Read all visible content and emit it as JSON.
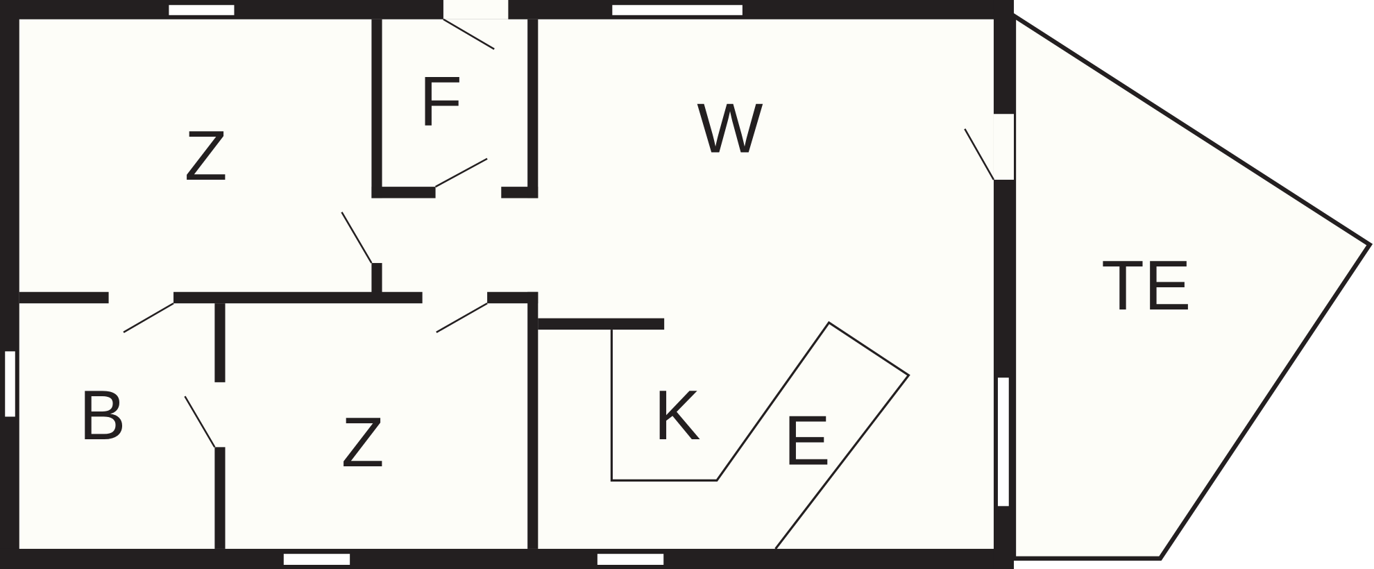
{
  "rooms": {
    "bedroom_top": "Z",
    "hall_f": "F",
    "living": "W",
    "terrace": "TE",
    "bathroom": "B",
    "bedroom_bottom": "Z",
    "kitchen": "K",
    "dining": "E"
  },
  "colors": {
    "wall": "#231f20",
    "floor": "#fdfdf8"
  }
}
